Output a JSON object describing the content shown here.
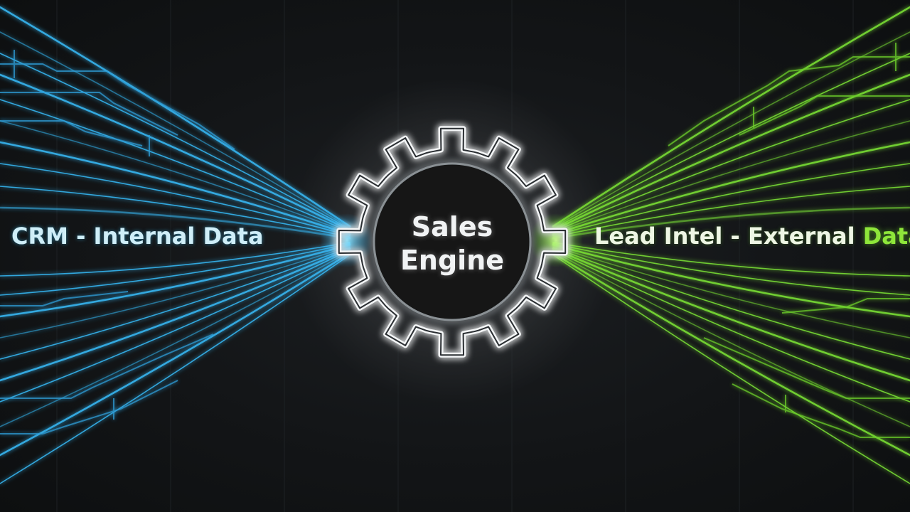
{
  "center": {
    "line1": "Sales",
    "line2": "Engine"
  },
  "left_source": {
    "label": "CRM - Internal Data",
    "color": "#3ab8f0"
  },
  "right_source": {
    "label_main": "Lead Intel - External ",
    "label_accent": "Data.",
    "color": "#7fe03a"
  },
  "gear": {
    "color": "#f4f6f7",
    "tooth_count": 12
  },
  "background": "#121416"
}
